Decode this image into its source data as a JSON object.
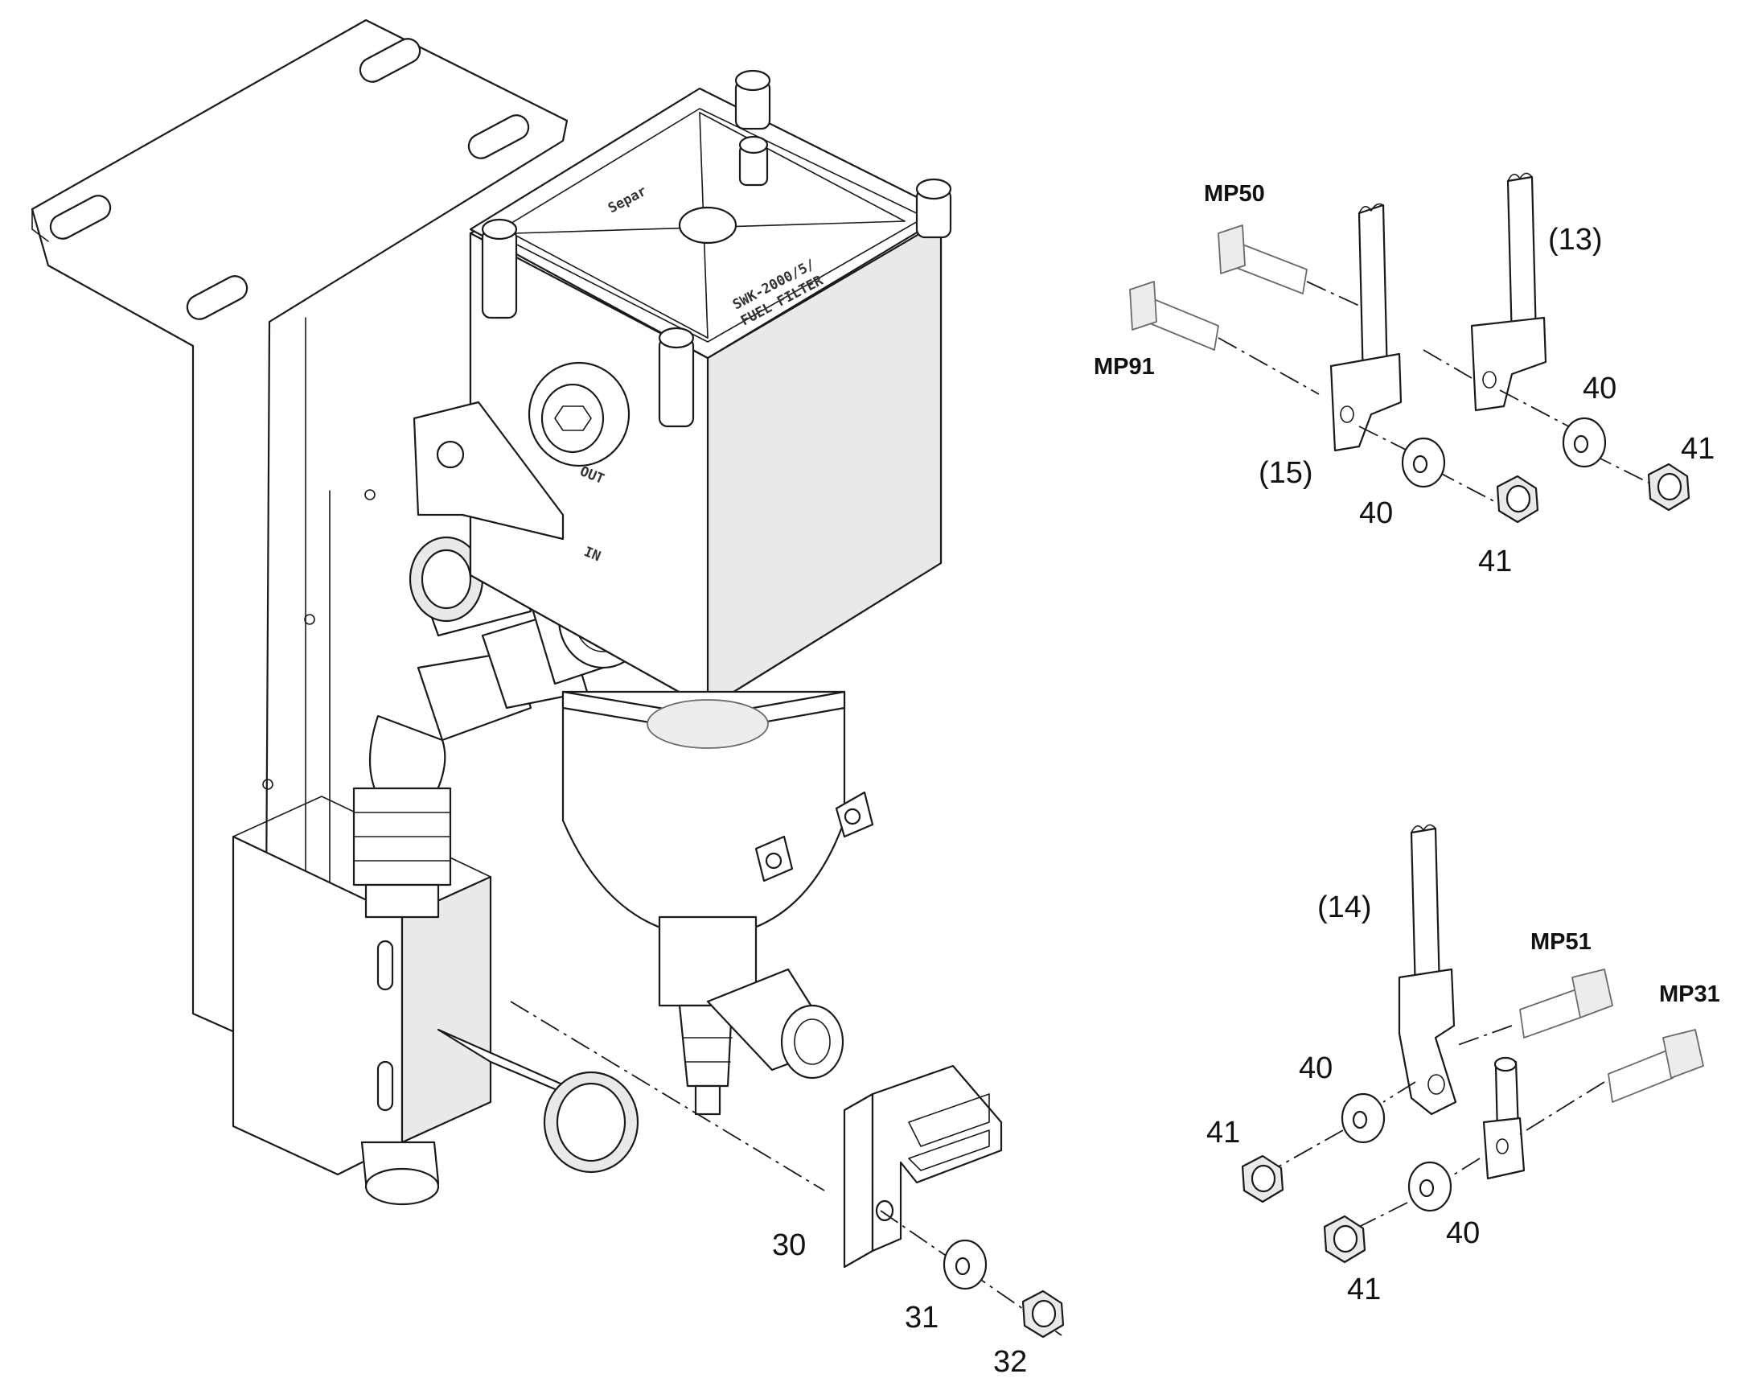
{
  "callouts": {
    "c30": "30",
    "c31": "31",
    "c32": "32",
    "c13": "(13)",
    "c14": "(14)",
    "c15": "(15)",
    "c40a": "40",
    "c40b": "40",
    "c40c": "40",
    "c40d": "40",
    "c41a": "41",
    "c41b": "41",
    "c41c": "41",
    "c41d": "41",
    "mp50": "MP50",
    "mp91": "MP91",
    "mp51": "MP51",
    "mp31": "MP31"
  },
  "embossed": {
    "brand": "Separ",
    "model_line1": "SWK-2000/5/",
    "model_line2": "FUEL FILTER",
    "port_out": "OUT",
    "port_in": "IN"
  }
}
